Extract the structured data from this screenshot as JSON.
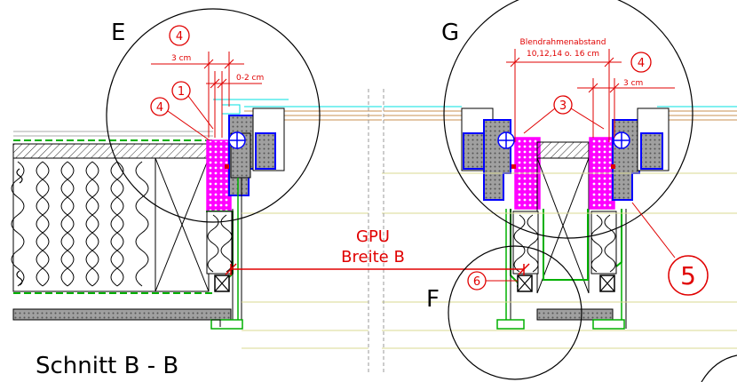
{
  "detail_labels": {
    "E": "E",
    "G": "G",
    "F": "F"
  },
  "dimensions": {
    "d1": "3 cm",
    "d2": "0-2 cm",
    "d3": "3 cm",
    "blendrahmen_title": "Blendrahmenabstand",
    "blendrahmen_values": "10,12,14 o. 16 cm"
  },
  "markers": {
    "m4a": "4",
    "m1": "1",
    "m4b": "4",
    "m4c": "4",
    "m3": "3",
    "m6": "6",
    "m5": "5"
  },
  "gpu": {
    "line1": "GPU",
    "line2": "Breite B"
  },
  "section_title": "Schnitt B - B",
  "colors": {
    "red": "#e00000",
    "magenta": "#ff00ff",
    "green": "#00b000",
    "cyan": "#00e0e0",
    "blue": "#0000ff",
    "dark_red": "#8b1a1a",
    "yellow": "#d8d890",
    "brown": "#c89050"
  }
}
